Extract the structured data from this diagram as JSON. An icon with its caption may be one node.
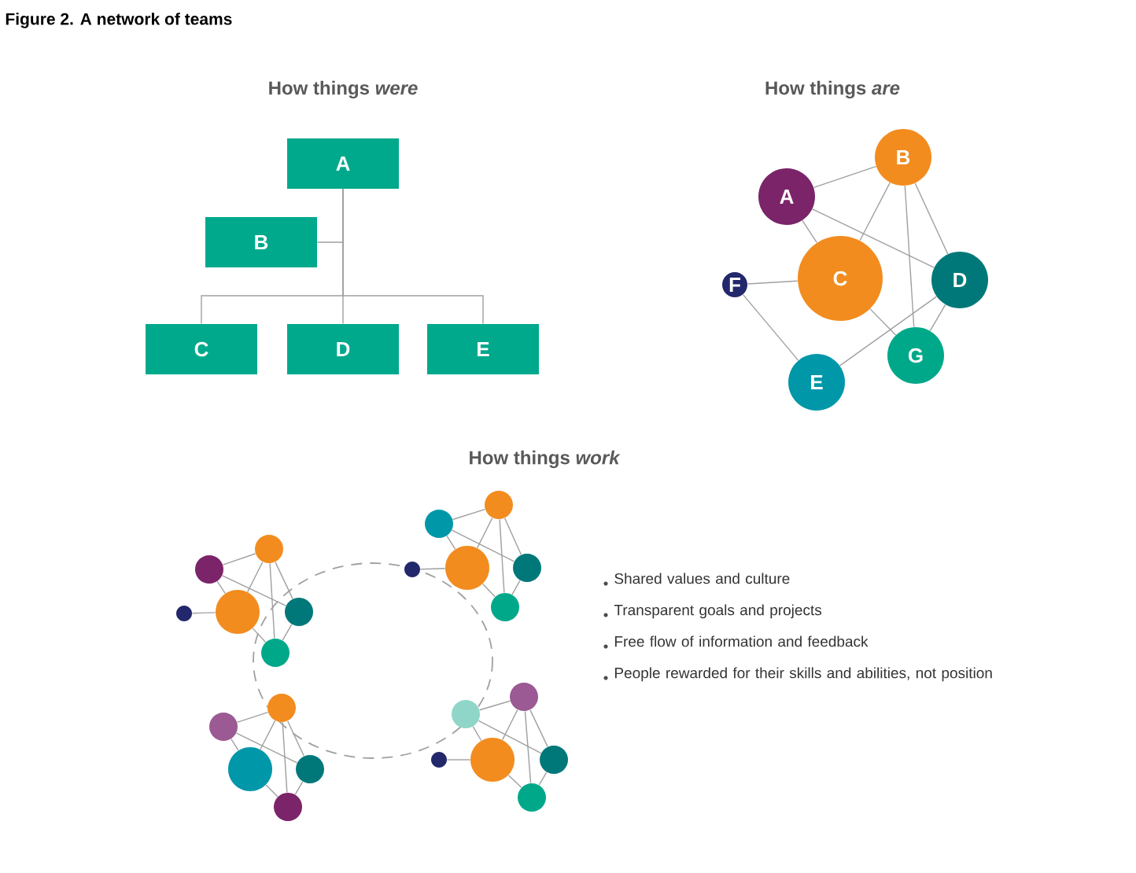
{
  "diagram": {
    "title": "Figure 2. A network of teams",
    "nodes": [
      {
        "text": [
          "A"
        ]
      },
      {
        "text": [
          "B"
        ]
      },
      {
        "text": [
          "C"
        ]
      },
      {
        "text": [
          "D"
        ]
      },
      {
        "text": [
          "E"
        ]
      },
      {
        "text": [
          "A"
        ]
      },
      {
        "text": [
          "B"
        ]
      },
      {
        "text": [
          "C"
        ]
      },
      {
        "text": [
          "D"
        ]
      },
      {
        "text": [
          "E"
        ]
      },
      {
        "text": [
          "F"
        ]
      },
      {
        "text": [
          "G"
        ]
      },
      {
        "text": [],
        "shape": "circle"
      },
      {
        "text": [],
        "shape": "circle"
      },
      {
        "text": [],
        "shape": "circle"
      },
      {
        "text": [],
        "shape": "circle"
      },
      {
        "text": [],
        "shape": "circle"
      },
      {
        "text": [],
        "shape": "circle"
      },
      {
        "text": [],
        "shape": "circle"
      },
      {
        "text": [],
        "shape": "circle"
      },
      {
        "text": [],
        "shape": "circle"
      },
      {
        "text": [],
        "shape": "circle"
      },
      {
        "text": [],
        "shape": "circle"
      },
      {
        "text": [],
        "shape": "circle"
      },
      {
        "text": [],
        "shape": "circle"
      },
      {
        "text": [],
        "shape": "circle"
      },
      {
        "text": [],
        "shape": "circle"
      },
      {
        "text": [],
        "shape": "circle"
      },
      {
        "text": [],
        "shape": "circle"
      },
      {
        "text": [],
        "shape": "circle"
      },
      {
        "text": [],
        "shape": "circle"
      },
      {
        "text": [],
        "shape": "circle"
      },
      {
        "text": [],
        "shape": "circle"
      },
      {
        "text": [],
        "shape": "circle"
      },
      {
        "text": [],
        "shape": "circle"
      }
    ],
    "edges": [
      {
        "from": 0,
        "to": 1,
        "arrow": "none"
      },
      {
        "from": 0,
        "to": 2,
        "arrow": "none"
      },
      {
        "from": 0,
        "to": 3,
        "arrow": "none"
      },
      {
        "from": 0,
        "to": 4,
        "arrow": "none"
      },
      {
        "from": 5,
        "to": 6,
        "arrow": "none"
      },
      {
        "from": 5,
        "to": 7,
        "arrow": "none"
      },
      {
        "from": 5,
        "to": 8,
        "arrow": "none"
      },
      {
        "from": 6,
        "to": 7,
        "arrow": "none"
      },
      {
        "from": 6,
        "to": 11,
        "arrow": "none"
      },
      {
        "from": 6,
        "to": 8,
        "arrow": "none"
      },
      {
        "from": 7,
        "to": 10,
        "arrow": "none"
      },
      {
        "from": 7,
        "to": 11,
        "arrow": "none"
      },
      {
        "from": 9,
        "to": 10,
        "arrow": "none"
      },
      {
        "from": 8,
        "to": 9,
        "arrow": "none"
      },
      {
        "from": 8,
        "to": 11,
        "arrow": "none"
      },
      {
        "from": 13,
        "to": 15,
        "arrow": "none"
      },
      {
        "from": 13,
        "to": 14,
        "arrow": "none"
      },
      {
        "from": 13,
        "to": 17,
        "arrow": "none"
      },
      {
        "from": 15,
        "to": 14,
        "arrow": "none"
      },
      {
        "from": 15,
        "to": 16,
        "arrow": "none"
      },
      {
        "from": 15,
        "to": 17,
        "arrow": "none"
      },
      {
        "from": 14,
        "to": 12,
        "arrow": "none"
      },
      {
        "from": 14,
        "to": 16,
        "arrow": "none"
      },
      {
        "from": 17,
        "to": 16,
        "arrow": "none"
      },
      {
        "from": 19,
        "to": 21,
        "arrow": "none"
      },
      {
        "from": 19,
        "to": 20,
        "arrow": "none"
      },
      {
        "from": 19,
        "to": 23,
        "arrow": "none"
      },
      {
        "from": 21,
        "to": 20,
        "arrow": "none"
      },
      {
        "from": 21,
        "to": 22,
        "arrow": "none"
      },
      {
        "from": 21,
        "to": 23,
        "arrow": "none"
      },
      {
        "from": 20,
        "to": 18,
        "arrow": "none"
      },
      {
        "from": 20,
        "to": 22,
        "arrow": "none"
      },
      {
        "from": 23,
        "to": 22,
        "arrow": "none"
      },
      {
        "from": 24,
        "to": 26,
        "arrow": "none"
      },
      {
        "from": 24,
        "to": 25,
        "arrow": "none"
      },
      {
        "from": 24,
        "to": 28,
        "arrow": "none"
      },
      {
        "from": 26,
        "to": 25,
        "arrow": "none"
      },
      {
        "from": 26,
        "to": 27,
        "arrow": "none"
      },
      {
        "from": 26,
        "to": 28,
        "arrow": "none"
      },
      {
        "from": 25,
        "to": 27,
        "arrow": "none"
      },
      {
        "from": 28,
        "to": 27,
        "arrow": "none"
      },
      {
        "from": 30,
        "to": 32,
        "arrow": "none"
      },
      {
        "from": 30,
        "to": 31,
        "arrow": "none"
      },
      {
        "from": 30,
        "to": 34,
        "arrow": "none"
      },
      {
        "from": 32,
        "to": 31,
        "arrow": "none"
      },
      {
        "from": 32,
        "to": 33,
        "arrow": "none"
      },
      {
        "from": 32,
        "to": 34,
        "arrow": "none"
      },
      {
        "from": 31,
        "to": 29,
        "arrow": "none"
      },
      {
        "from": 31,
        "to": 33,
        "arrow": "none"
      },
      {
        "from": 34,
        "to": 33,
        "arrow": "none"
      }
    ],
    "labels": [
      "How things *were*",
      "How things *are*",
      "How things *work*",
      "Shared values and culture",
      "Transparent goals and projects",
      "Free flow of information and  feedback",
      "People rewarded for their skills and abilities, not position"
    ]
  }
}
